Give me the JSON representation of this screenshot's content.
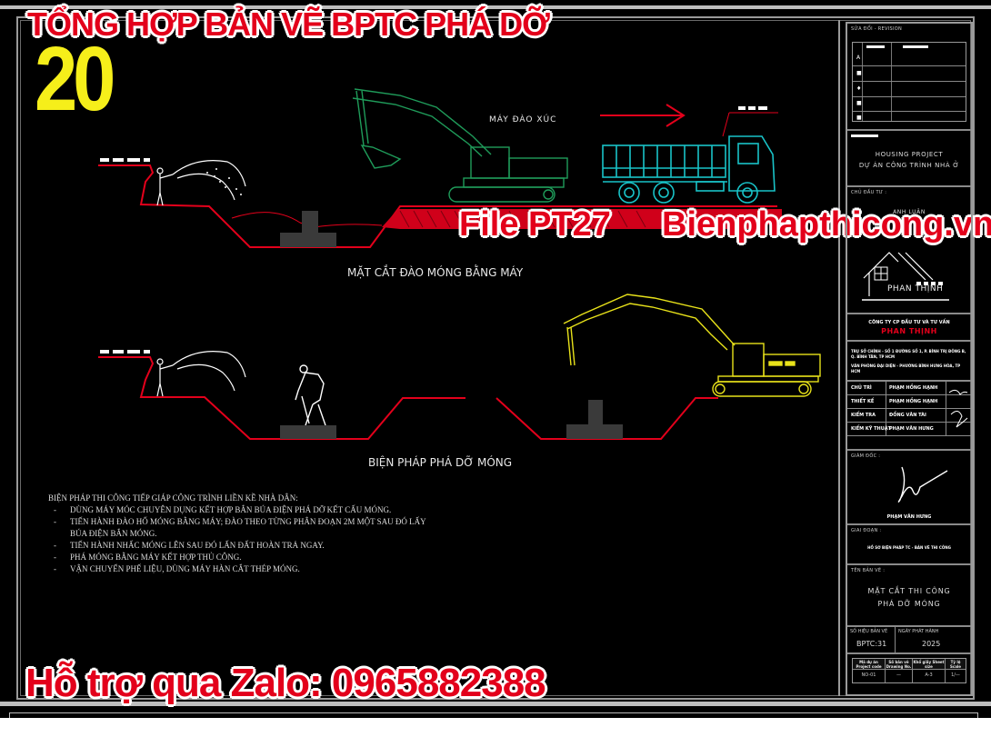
{
  "overlay": {
    "title": "TỔNG HỢP BẢN VẼ BPTC PHÁ DỠ",
    "count": "20",
    "file_code": "File PT27",
    "website": "Bienphapthicong.vn",
    "support": "Hỗ trợ qua Zalo: 0965882388"
  },
  "drawing": {
    "excavator_label": "MÁY ĐÀO XÚC",
    "section1_title": "MẶT CẮT ĐÀO MÓNG BẰNG MÁY",
    "section2_title": "BIỆN PHÁP PHÁ DỠ MÓNG",
    "colors": {
      "ground_line": "#e3001b",
      "excavator1": "#1f9c5a",
      "truck": "#19c3c8",
      "excavator2": "#e8e21a",
      "footing": "#3a3a3a",
      "figures": "#ffffff"
    }
  },
  "notes": {
    "heading": "BIỆN PHÁP THI CÔNG TIẾP GIÁP CÔNG TRÌNH LIỀN KỀ NHÀ DÂN:",
    "items": [
      {
        "text": "DÙNG MÁY MÓC CHUYÊN DỤNG KẾT HỢP BẮN BÚA ĐIỆN PHÁ DỠ KẾT CẤU MÓNG."
      },
      {
        "text": "TIẾN HÀNH ĐÀO HỐ MÓNG BẰNG MÁY; ĐÀO THEO TỪNG PHÂN ĐOẠN 2M MỘT SAU ĐÓ LẤY BÚA ĐIỆN BẮN MÓNG."
      },
      {
        "text": "TIẾN HÀNH NHẤC MÓNG LÊN SAU ĐÓ LẤN ĐẤT HOÀN TRẢ NGAY."
      },
      {
        "text": "PHÁ MÓNG BẰNG MÁY KẾT HỢP THỦ CÔNG."
      },
      {
        "text": "VẬN CHUYỂN PHẾ LIỆU, DÙNG MÁY HÀN CẮT THÉP MÓNG."
      }
    ],
    "bullet": "-"
  },
  "title_block": {
    "revision_caption": "SỬA ĐỔI - REVISION",
    "revision_marks": [
      "A",
      "■",
      "♦",
      "■",
      "■"
    ],
    "project_en": "HOUSING PROJECT",
    "project_vi": "DỰ ÁN CÔNG TRÌNH NHÀ Ở",
    "owner_caption": "CHỦ ĐẦU TƯ :",
    "owner_name": "ANH LUÂN",
    "logo_text": "PHAN THỊNH",
    "company_line": "CÔNG TY CP ĐẦU TƯ VÀ TƯ VẤN",
    "company_name": "PHAN THỊNH",
    "address_lines": [
      "TRỤ SỞ CHÍNH - SỐ 1 ĐƯỜNG SỐ 1, P. BÌNH TRỊ ĐÔNG B, Q. BÌNH TÂN, TP HCM",
      "VĂN PHÒNG ĐẠI DIỆN - PHƯỜNG BÌNH HƯNG HÒA, TP HCM"
    ],
    "signatures": [
      {
        "role": "CHỦ TRÌ",
        "name": "PHẠM HỒNG HẠNH"
      },
      {
        "role": "THIẾT KẾ",
        "name": "PHẠM HỒNG HẠNH"
      },
      {
        "role": "KIỂM TRA",
        "name": "ĐỒNG VĂN TÀI"
      },
      {
        "role": "KIỂM KỸ THUẬT",
        "name": "PHẠM VĂN HƯNG"
      }
    ],
    "director_caption": "GIÁM ĐỐC :",
    "director_name": "PHẠM VĂN HƯNG",
    "phase_caption": "GIAI ĐOẠN :",
    "phase_value": "HỒ SƠ BIỆN PHÁP TC - BẢN VẼ THI CÔNG",
    "drawing_name_caption": "TÊN BẢN VẼ :",
    "drawing_name_line1": "MẶT CẮT THI CÔNG",
    "drawing_name_line2": "PHÁ DỠ MÓNG",
    "drawing_no_caption": "SỐ HIỆU BẢN VẼ",
    "drawing_no": "BPTC:31",
    "issue_date_caption": "NGÀY PHÁT HÀNH",
    "issue_date": "2025",
    "footer": [
      {
        "header": "Mã dự án Project code",
        "value": "NO-01"
      },
      {
        "header": "Số bản vẽ Drawing No.",
        "value": "—"
      },
      {
        "header": "Khổ giấy Sheet size",
        "value": "A-3"
      },
      {
        "header": "Tỷ lệ Scale",
        "value": "1/—"
      }
    ]
  }
}
